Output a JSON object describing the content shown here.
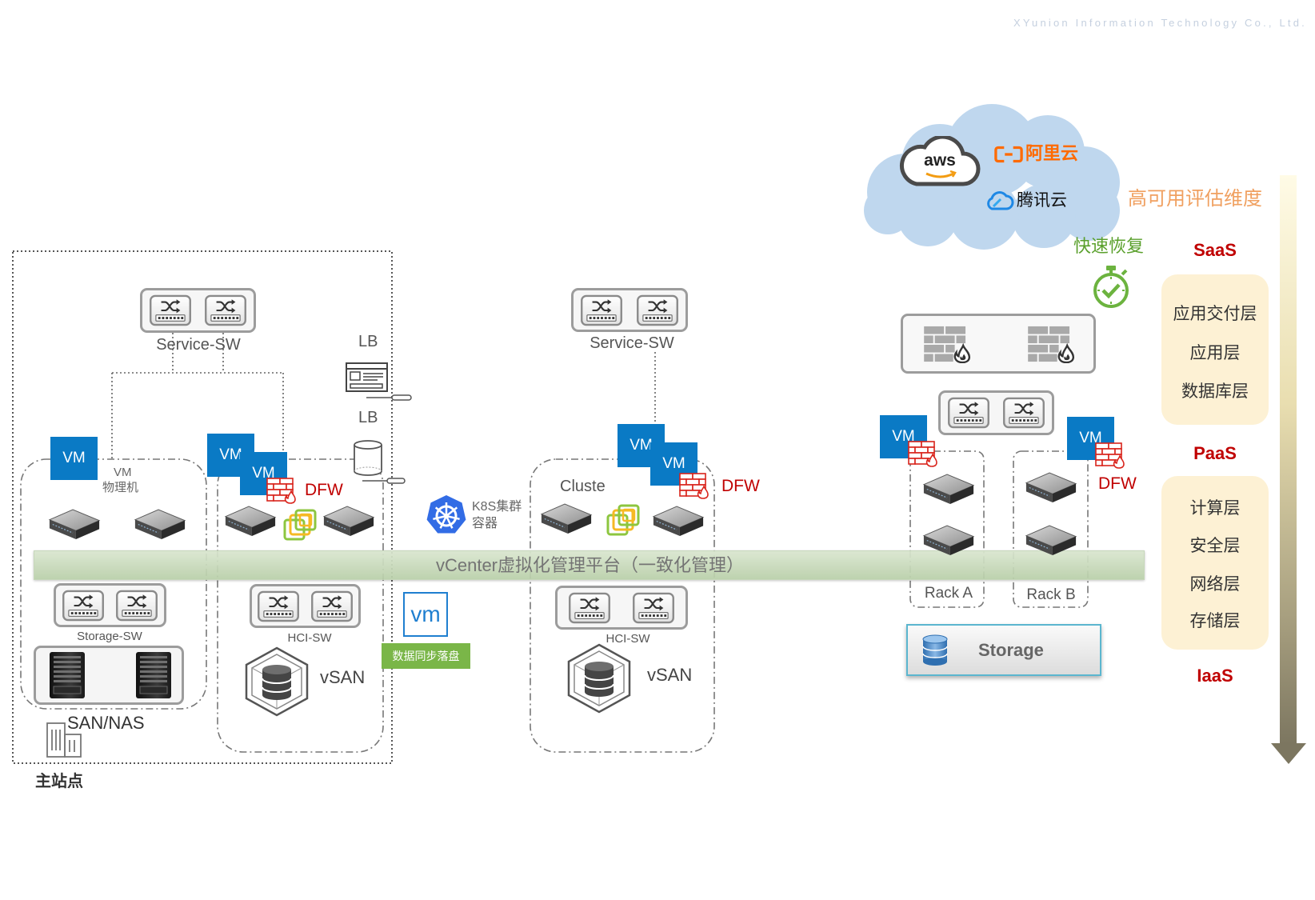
{
  "watermark": "XYunion Information Technology Co., Ltd.",
  "cloud": {
    "aws": "aws",
    "aliyun": "阿里云",
    "tencent": "腾讯云"
  },
  "ha_title": "高可用评估维度",
  "fast_recovery": "快速恢复",
  "layers": {
    "saas": {
      "label": "SaaS",
      "items": [
        "应用交付层",
        "应用层",
        "数据库层"
      ]
    },
    "paas": {
      "label": "PaaS",
      "items": [
        "计算层",
        "安全层",
        "网络层",
        "存储层"
      ]
    },
    "iaas": {
      "label": "IaaS"
    }
  },
  "main_site": {
    "title": "主站点",
    "service_sw": "Service-SW",
    "lb_top": "LB",
    "lb_bottom": "LB",
    "vm_physical": {
      "vm_box": "VM",
      "caption_line1": "VM",
      "caption_line2": "物理机"
    },
    "vm_host": {
      "vm1": "VM",
      "vm2": "VM",
      "dfw": "DFW"
    },
    "storage_sw": "Storage-SW",
    "san_nas": "SAN/NAS",
    "hci_sw": "HCI-SW",
    "vsan": "vSAN"
  },
  "k8s": {
    "line1": "K8S集群",
    "line2": "容器"
  },
  "replication": {
    "logo": "vm",
    "label": "数据同步落盘"
  },
  "cluster_site": {
    "service_sw": "Service-SW",
    "cluster_label": "Cluste",
    "vm1": "VM",
    "vm2": "VM",
    "dfw": "DFW",
    "hci_sw": "HCI-SW",
    "vsan": "vSAN"
  },
  "vcenter": "vCenter虚拟化管理平台（一致化管理）",
  "rack_site": {
    "vm_left": "VM",
    "vm_right": "VM",
    "dfw": "DFW",
    "rack_a": "Rack A",
    "rack_b": "Rack B",
    "storage": "Storage"
  },
  "colors": {
    "vm-blue": "#0a7ac5",
    "layer-red": "#c00000",
    "dfw-red": "#d9241c",
    "recovery-green": "#5aa02c",
    "ha-orange": "#f0a060",
    "layer-fill": "#fdf1d4"
  }
}
